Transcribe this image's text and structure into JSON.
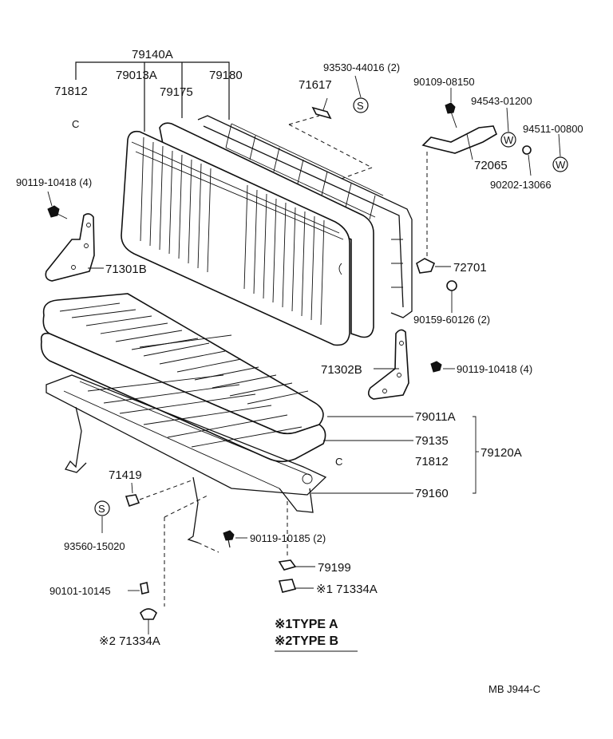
{
  "labels": {
    "p79140A": "79140A",
    "p71812_top": "71812",
    "p79013A": "79013A",
    "p79180": "79180",
    "p79175": "79175",
    "c_top": "C",
    "p93530": "93530-44016 (2)",
    "p71617": "71617",
    "s_top": "S",
    "p90109": "90109-08150",
    "p94543": "94543-01200",
    "w1": "W",
    "p94511": "94511-00800",
    "w2": "W",
    "p72065": "72065",
    "p90202": "90202-13066",
    "p90119_a": "90119-10418 (4)",
    "p71301B": "71301B",
    "p72701": "72701",
    "p90159": "90159-60126 (2)",
    "p71302B": "71302B",
    "p90119_b": "90119-10418 (4)",
    "p79011A": "79011A",
    "p79135": "79135",
    "p79120A": "79120A",
    "c_mid": "C",
    "p71812_mid": "71812",
    "p79160": "79160",
    "p71419": "71419",
    "s_bot": "S",
    "p93560": "93560-15020",
    "p90119_c": "90119-10185 (2)",
    "p79199": "79199",
    "p90101": "90101-10145",
    "p71334A_1": "※1 71334A",
    "p71334A_2": "※2 71334A",
    "legend1": "※1TYPE  A",
    "legend2": "※2TYPE  B",
    "ref": "MB  J944-C"
  }
}
